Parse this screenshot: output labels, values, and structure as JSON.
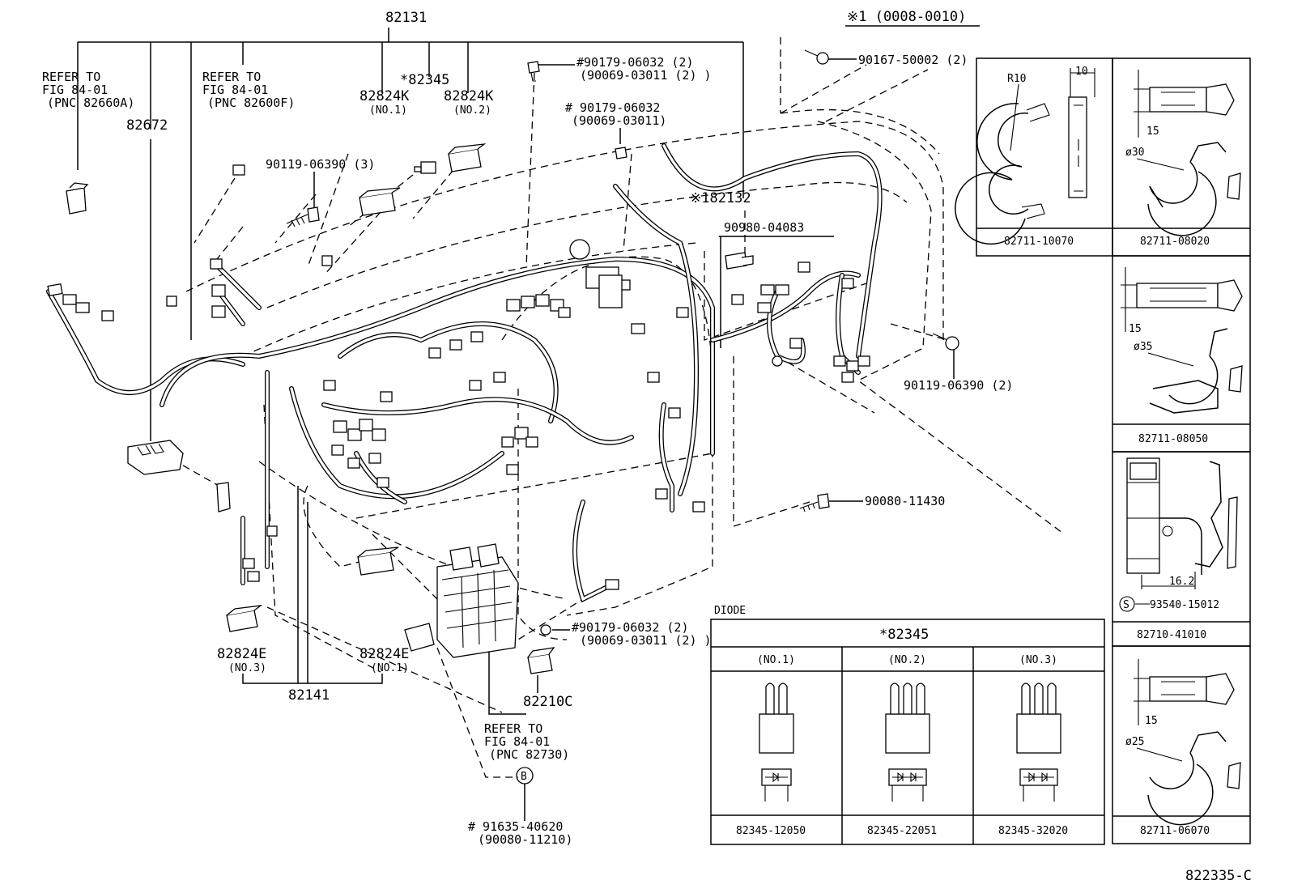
{
  "figure_code": "822335-C",
  "date_note": "※1 (0008-0010)",
  "main_labels": {
    "assy_82131": "82131",
    "refer_a": [
      "REFER TO",
      "FIG 84-01",
      "(PNC 82660A)"
    ],
    "refer_f": [
      "REFER TO",
      "FIG 84-01",
      "(PNC 82600F)"
    ],
    "refer_730": [
      "REFER TO",
      "FIG 84-01",
      "(PNC 82730)"
    ],
    "p82672": "82672",
    "p82345": "*82345",
    "p82824k1": [
      "82824K",
      "(NO.1)"
    ],
    "p82824k2": [
      "82824K",
      "(NO.2)"
    ],
    "bolt_left": "90119-06390 (3)",
    "bolt_right": "90119-06390 (2)",
    "clip_top_a": [
      "#90179-06032 (2)",
      "(90069-03011 (2) )"
    ],
    "clip_top_b": [
      "# 90179-06032",
      "(90069-03011)"
    ],
    "clip_bot": [
      "#90179-06032 (2)",
      "(90069-03011 (2) )"
    ],
    "screw_top": "90167-50002 (2)",
    "p182132": "※182132",
    "p90980": "90980-04083",
    "bolt_mid": "90080-11430",
    "p82824e3": [
      "82824E",
      "(NO.3)"
    ],
    "p82824e1": [
      "82824E",
      "(NO.1)"
    ],
    "p82141": "82141",
    "p82210c": "82210C",
    "bolt_b": [
      "# 91635-40620",
      "(90080-11210)"
    ],
    "marker_b": "B"
  },
  "diode_table": {
    "caption": "DIODE",
    "header": "*82345",
    "columns": [
      {
        "label": "(NO.1)",
        "part": "82345-12050",
        "legs": 2
      },
      {
        "label": "(NO.2)",
        "part": "82345-22051",
        "legs": 3
      },
      {
        "label": "(NO.3)",
        "part": "82345-32020",
        "legs": 3
      }
    ]
  },
  "clamp_panels": [
    {
      "part": "82711-10070",
      "dims": [
        "R10",
        "10"
      ]
    },
    {
      "part": "82711-08020",
      "dims": [
        "15",
        "ø30"
      ]
    },
    {
      "part": "82711-08050",
      "dims": [
        "15",
        "ø35"
      ]
    },
    {
      "part": "82710-41010",
      "dims": [
        "16.2",
        "93540-15012",
        "S"
      ]
    },
    {
      "part": "82711-06070",
      "dims": [
        "15",
        "ø25"
      ]
    }
  ]
}
